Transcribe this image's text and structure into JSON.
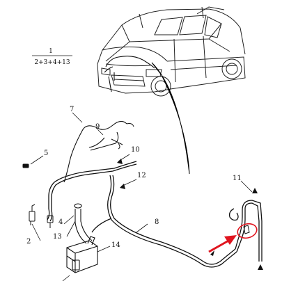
{
  "header": {
    "fraction_numerator": "1",
    "fraction_denominator": "2+3+4+13"
  },
  "callouts": [
    "7",
    "9",
    "5",
    "10",
    "12",
    "11",
    "4",
    "8",
    "13",
    "2",
    "14"
  ],
  "colors": {
    "line": "#1a1a1a",
    "highlight": "#e0141e"
  },
  "icons": {
    "vehicle": "suv-outline-icon",
    "pointer": "red-arrow-icon",
    "highlight": "red-circle-marker-icon"
  }
}
